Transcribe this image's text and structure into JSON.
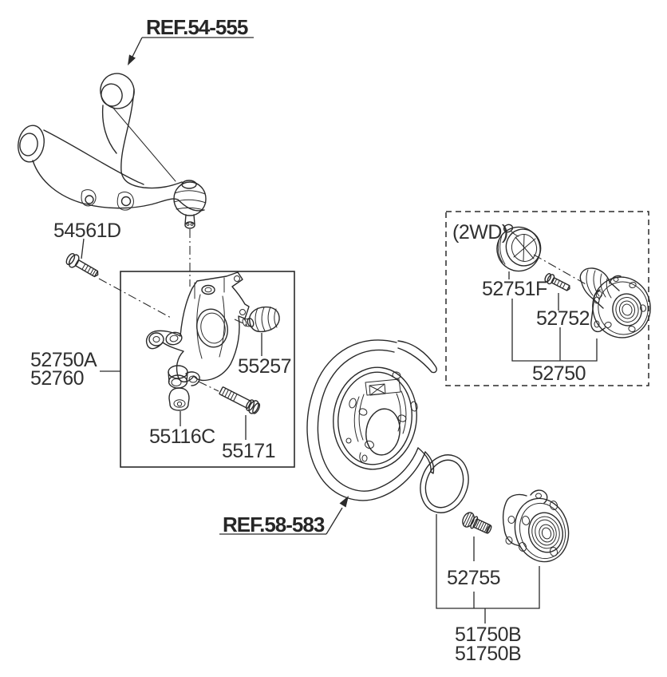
{
  "figure": {
    "type": "suspension-parts-diagram",
    "background": "#ffffff",
    "line_color": "#2a2a2a",
    "text_color": "#303030"
  },
  "refs": {
    "upper_arm": "REF.54-555",
    "brake": "REF.58-583"
  },
  "parts": {
    "arm_bolt": "54561D",
    "knuckle": "52750A",
    "knuckle_alt": "52760",
    "trailing_bushing": "55257",
    "lower_bushing": "55116C",
    "trailing_bolt": "55171",
    "drivetrain": "(2WD)",
    "dust_cap": "52751F",
    "hub_bolt_2wd": "52752",
    "hub_assembly_2wd": "52750",
    "wheel_stud": "52755",
    "hub_assembly": "51750B",
    "hub_assembly_alt": "51750B"
  }
}
